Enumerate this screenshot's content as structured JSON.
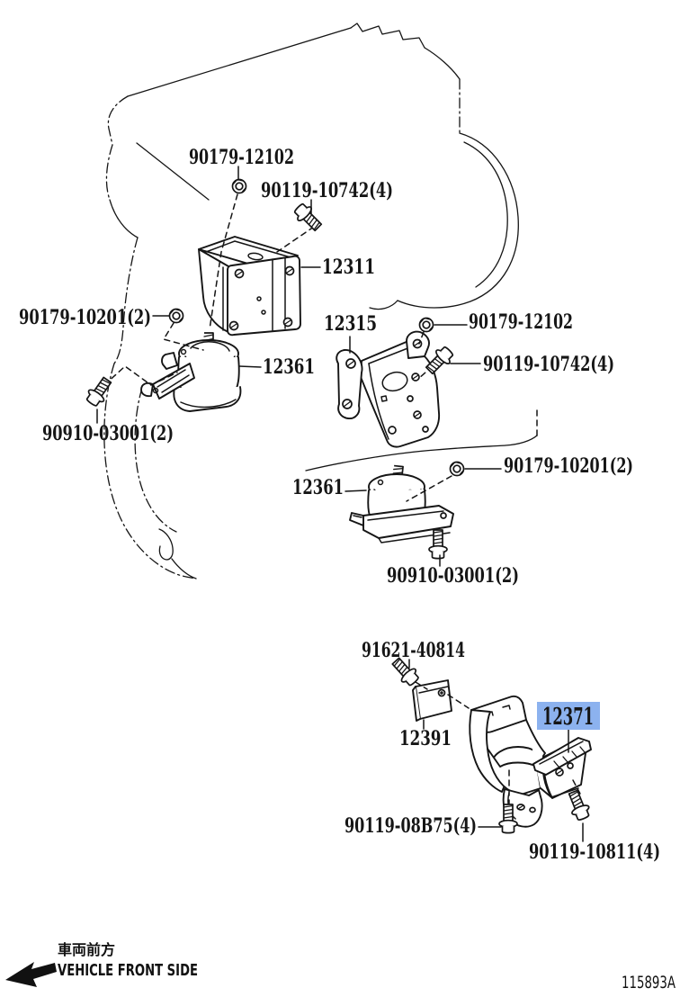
{
  "figure_code": "115893A",
  "colors": {
    "background": "#ffffff",
    "line": "#151515",
    "highlight_bg": "#8cb2ef",
    "highlight_text": "#17336e"
  },
  "callouts": [
    {
      "id": "nut-90179-12102-upper",
      "part_number": "90179-12102",
      "highlighted": false
    },
    {
      "id": "bolt-90119-10742-upper",
      "part_number": "90119-10742(4)",
      "highlighted": false
    },
    {
      "id": "bracket-12311",
      "part_number": "12311",
      "highlighted": false
    },
    {
      "id": "nut-90179-10201-left",
      "part_number": "90179-10201(2)",
      "highlighted": false
    },
    {
      "id": "bracket-12315",
      "part_number": "12315",
      "highlighted": false
    },
    {
      "id": "nut-90179-12102-right",
      "part_number": "90179-12102",
      "highlighted": false
    },
    {
      "id": "bolt-90119-10742-right",
      "part_number": "90119-10742(4)",
      "highlighted": false
    },
    {
      "id": "insulator-12361-front",
      "part_number": "12361",
      "highlighted": false
    },
    {
      "id": "bolt-90910-03001-left",
      "part_number": "90910-03001(2)",
      "highlighted": false
    },
    {
      "id": "nut-90179-10201-right",
      "part_number": "90179-10201(2)",
      "highlighted": false
    },
    {
      "id": "insulator-12361-lower",
      "part_number": "12361",
      "highlighted": false
    },
    {
      "id": "bolt-90910-03001-lower",
      "part_number": "90910-03001(2)",
      "highlighted": false
    },
    {
      "id": "bolt-91621-40814",
      "part_number": "91621-40814",
      "highlighted": false
    },
    {
      "id": "plate-12391",
      "part_number": "12391",
      "highlighted": false
    },
    {
      "id": "bracket-12371",
      "part_number": "12371",
      "highlighted": true
    },
    {
      "id": "bolt-90119-08B75",
      "part_number": "90119-08B75(4)",
      "highlighted": false
    },
    {
      "id": "bolt-90119-10811",
      "part_number": "90119-10811(4)",
      "highlighted": false
    }
  ],
  "footer": {
    "jp_label": "車両前方",
    "en_label": "VEHICLE FRONT SIDE"
  }
}
